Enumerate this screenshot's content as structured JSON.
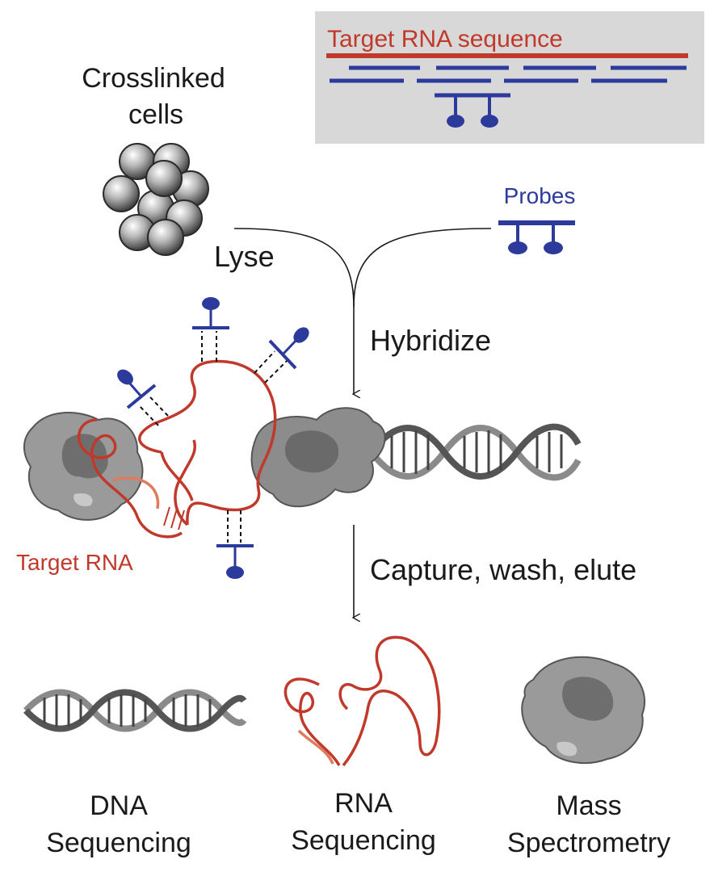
{
  "labels": {
    "target_sequence": "Target RNA sequence",
    "crosslinked_line1": "Crosslinked",
    "crosslinked_line2": "cells",
    "probes": "Probes",
    "lyse": "Lyse",
    "hybridize": "Hybridize",
    "target_rna": "Target RNA",
    "capture": "Capture, wash, elute",
    "dna_line1": "DNA",
    "dna_line2": "Sequencing",
    "rna_line1": "RNA",
    "rna_line2": "Sequencing",
    "mass_line1": "Mass",
    "mass_line2": "Spectrometry"
  },
  "colors": {
    "rna": "#c0392b",
    "rna_light": "#e07a5f",
    "probe": "#2b3a9b",
    "text": "#1a1a1a",
    "panel": "#d8d8d8",
    "protein": "#9a9a9a",
    "protein_dark": "#6e6e6e"
  }
}
